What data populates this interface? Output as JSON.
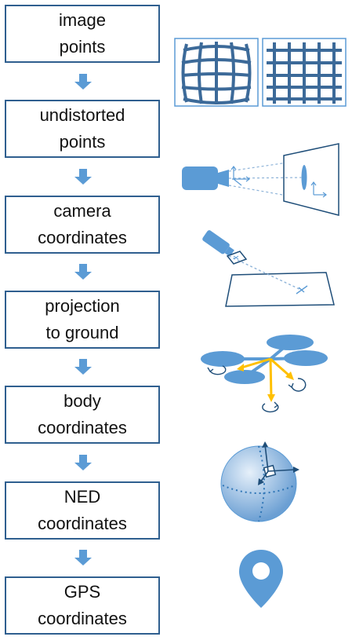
{
  "steps": [
    {
      "label": "image\npoints"
    },
    {
      "label": "undistorted\npoints"
    },
    {
      "label": "camera\ncoordinates"
    },
    {
      "label": "projection\nto ground"
    },
    {
      "label": "body\ncoordinates"
    },
    {
      "label": "NED\ncoordinates"
    },
    {
      "label": "GPS\ncoordinates"
    }
  ],
  "colors": {
    "box_border": "#2f5f8f",
    "accent": "#5b9bd5",
    "axis": "#1f4e79",
    "body_axes": "#ffc000"
  }
}
